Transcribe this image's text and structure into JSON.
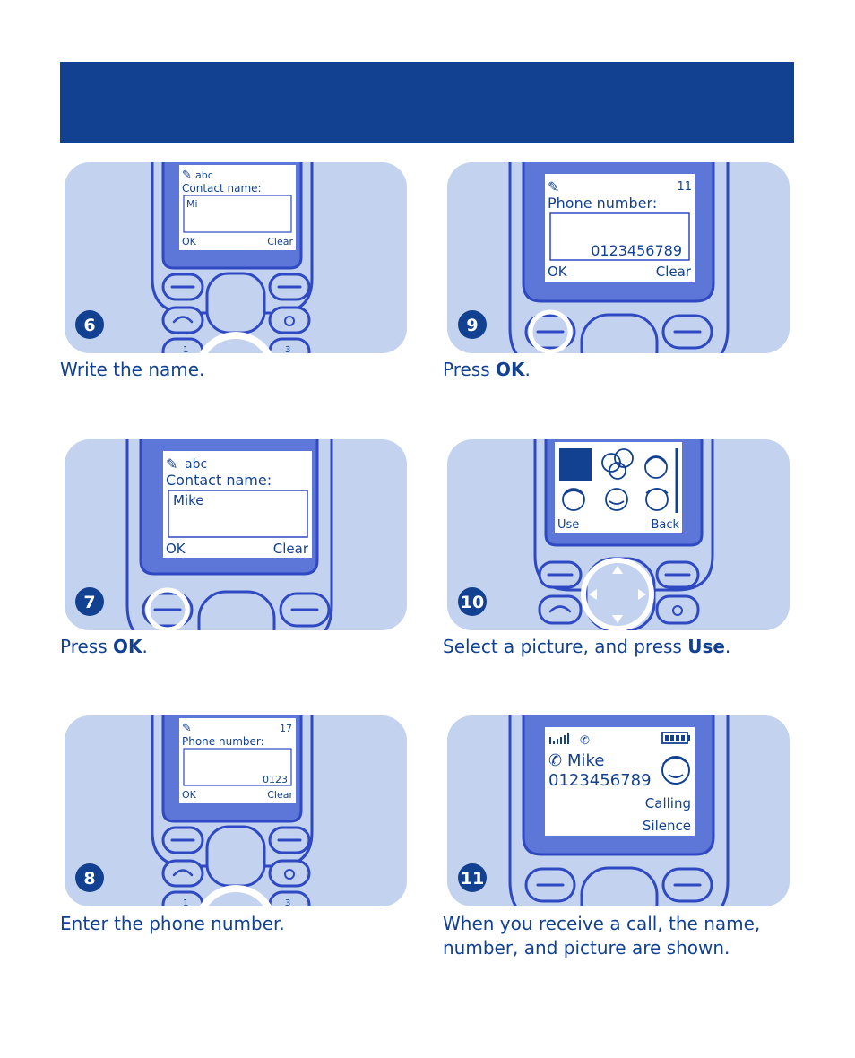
{
  "header": {
    "title": ""
  },
  "steps": [
    {
      "number": "6",
      "caption": "Write the name.",
      "screen": {
        "mode": "abc",
        "label": "Contact name:",
        "value": "Mi",
        "ok": "OK",
        "clear": "Clear"
      },
      "keypad": {
        "key1": "1",
        "key3": "3"
      }
    },
    {
      "number": "7",
      "caption_pre": "Press ",
      "caption_bold": "OK",
      "caption_post": ".",
      "screen": {
        "mode": "abc",
        "label": "Contact name:",
        "value": "Mike",
        "ok": "OK",
        "clear": "Clear"
      }
    },
    {
      "number": "8",
      "caption": "Enter the phone number.",
      "screen": {
        "counter": "17",
        "label": "Phone number:",
        "value": "0123",
        "ok": "OK",
        "clear": "Clear"
      },
      "keypad": {
        "key1": "1",
        "key3": "3"
      }
    },
    {
      "number": "9",
      "caption_pre": "Press ",
      "caption_bold": "OK",
      "caption_post": ".",
      "screen": {
        "counter": "11",
        "label": "Phone number:",
        "value": "0123456789",
        "ok": "OK",
        "clear": "Clear"
      }
    },
    {
      "number": "10",
      "caption_pre": "Select a picture, and press ",
      "caption_bold": "Use",
      "caption_post": ".",
      "screen": {
        "use": "Use",
        "back": "Back"
      }
    },
    {
      "number": "11",
      "caption": "When you receive a call, the name, number, and picture are shown.",
      "screen": {
        "name": "Mike",
        "number": "0123456789",
        "status": "Calling",
        "action": "Silence"
      }
    }
  ],
  "colors": {
    "header": "#124191",
    "panel": "#c3d2ee",
    "phone": "#2e49c2",
    "phone_face": "#5c77d8",
    "screen": "#ffffff",
    "text": "#124191"
  }
}
